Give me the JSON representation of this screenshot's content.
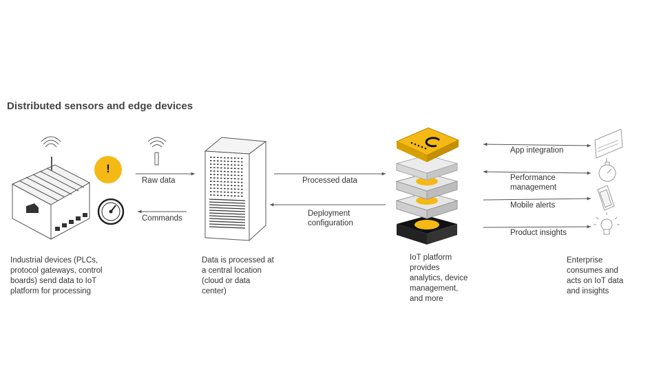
{
  "title": "Distributed sensors and edge devices",
  "flows": {
    "raw_data": "Raw data",
    "commands": "Commands",
    "processed_data": "Processed data",
    "deployment_line1": "Deployment",
    "deployment_line2": "configuration"
  },
  "enterprise_flows": {
    "app_integration": "App integration",
    "performance_line1": "Performance",
    "performance_line2": "management",
    "mobile_alerts": "Mobile alerts",
    "product_insights": "Product insights"
  },
  "descriptions": {
    "devices": [
      "Industrial devices (PLCs,",
      "protocol gateways, control",
      "boards) send data to IoT",
      "platform for processing"
    ],
    "datacenter": [
      "Data is processed at",
      "a central location",
      "(cloud or data",
      "center)"
    ],
    "platform": [
      "IoT platform",
      "provides",
      "analytics, device",
      "management,",
      "and more"
    ],
    "enterprise": [
      "Enterprise",
      "consumes and",
      "acts on IoT data",
      "and insights"
    ]
  },
  "alert_symbol": "!",
  "colors": {
    "accent": "#F5B915",
    "line": "#555555",
    "server_dark": "#222222"
  },
  "icons": [
    "gateway-device-icon",
    "antenna-icon",
    "alert-icon",
    "gauge-icon",
    "server-rack-icon",
    "iot-platform-stack-icon",
    "dashboard-screen-icon",
    "stopwatch-icon",
    "mobile-phone-icon",
    "lightbulb-icon"
  ]
}
